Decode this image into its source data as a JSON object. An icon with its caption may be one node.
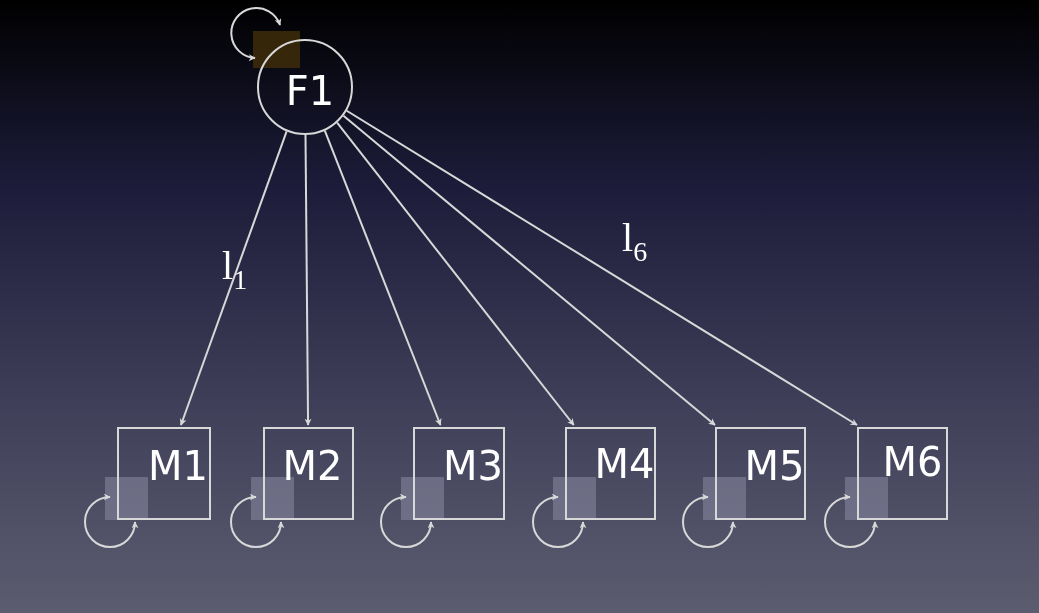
{
  "diagram": {
    "nodes": [
      {
        "text": [
          "F1"
        ]
      },
      {
        "text": [
          "M1"
        ]
      },
      {
        "text": [
          "M2"
        ]
      },
      {
        "text": [
          "M3"
        ]
      },
      {
        "text": [
          "M4"
        ]
      },
      {
        "text": [
          "M5"
        ]
      },
      {
        "text": [
          "M6"
        ]
      }
    ],
    "edges": [
      {
        "from": 0,
        "to": 1,
        "arrow": "to",
        "label": "l$_{1}$"
      },
      {
        "from": 0,
        "to": 2,
        "arrow": "to"
      },
      {
        "from": 0,
        "to": 3,
        "arrow": "to"
      },
      {
        "from": 0,
        "to": 4,
        "arrow": "to"
      },
      {
        "from": 0,
        "to": 5,
        "arrow": "to"
      },
      {
        "from": 0,
        "to": 6,
        "arrow": "to",
        "label": "l$_{6}$"
      },
      {
        "from": 0,
        "to": 0,
        "arrow": "both"
      },
      {
        "from": 1,
        "to": 1,
        "arrow": "both"
      },
      {
        "from": 2,
        "to": 2,
        "arrow": "both"
      },
      {
        "from": 3,
        "to": 3,
        "arrow": "both"
      },
      {
        "from": 4,
        "to": 4,
        "arrow": "both"
      },
      {
        "from": 5,
        "to": 5,
        "arrow": "both"
      },
      {
        "from": 6,
        "to": 6,
        "arrow": "both"
      }
    ]
  }
}
